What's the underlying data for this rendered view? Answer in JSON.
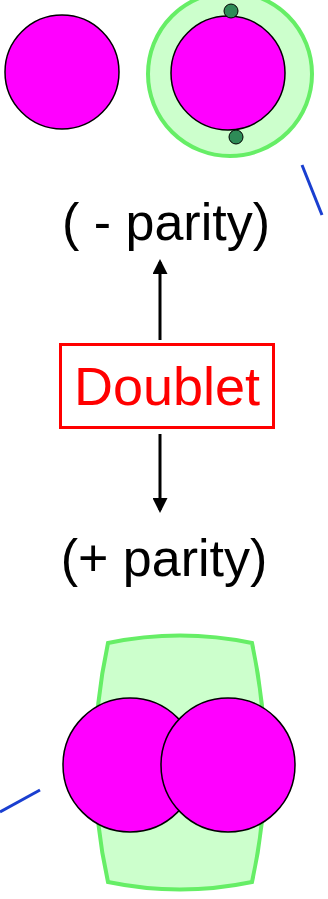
{
  "diagram": {
    "nodes": [
      {
        "text": [
          "Doublet"
        ]
      }
    ],
    "labels": [
      "( - parity)",
      "(+ parity)"
    ]
  }
}
